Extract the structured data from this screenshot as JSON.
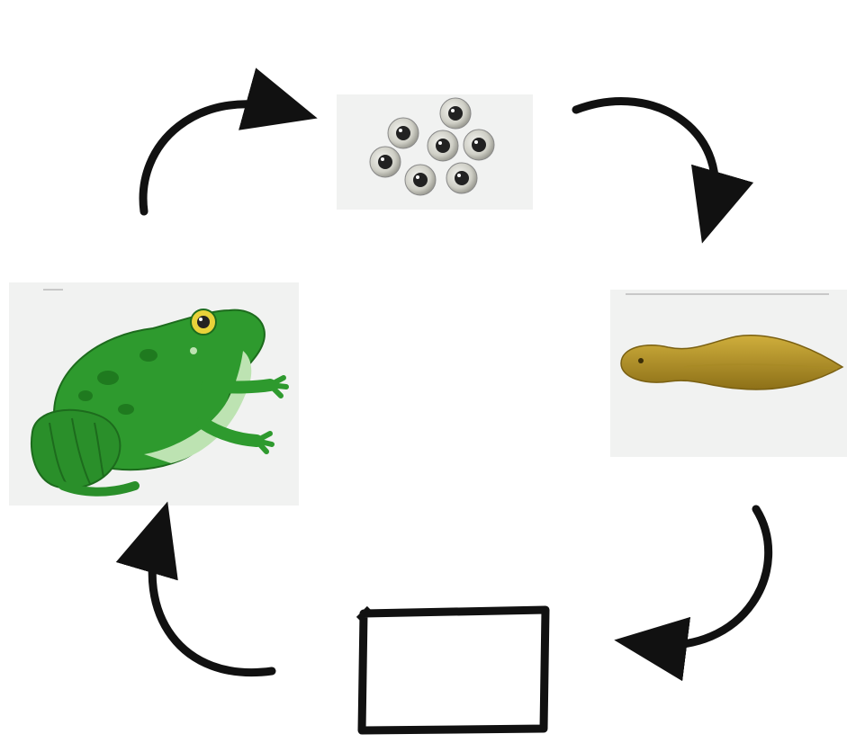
{
  "diagram": {
    "type": "cycle",
    "stages": [
      {
        "id": "eggs",
        "icon": "frog-eggs-icon"
      },
      {
        "id": "tadpole",
        "icon": "tadpole-icon"
      },
      {
        "id": "blank",
        "icon": "empty-box"
      },
      {
        "id": "frog",
        "icon": "adult-frog-icon"
      }
    ],
    "flow": [
      "eggs",
      "tadpole",
      "blank",
      "frog",
      "eggs"
    ],
    "colors": {
      "arrow": "#111111",
      "frog_green": "#2e9a2e",
      "frog_light": "#bde3b2",
      "tadpole": "#b8962a",
      "panel_bg": "#f1f2f1"
    }
  }
}
